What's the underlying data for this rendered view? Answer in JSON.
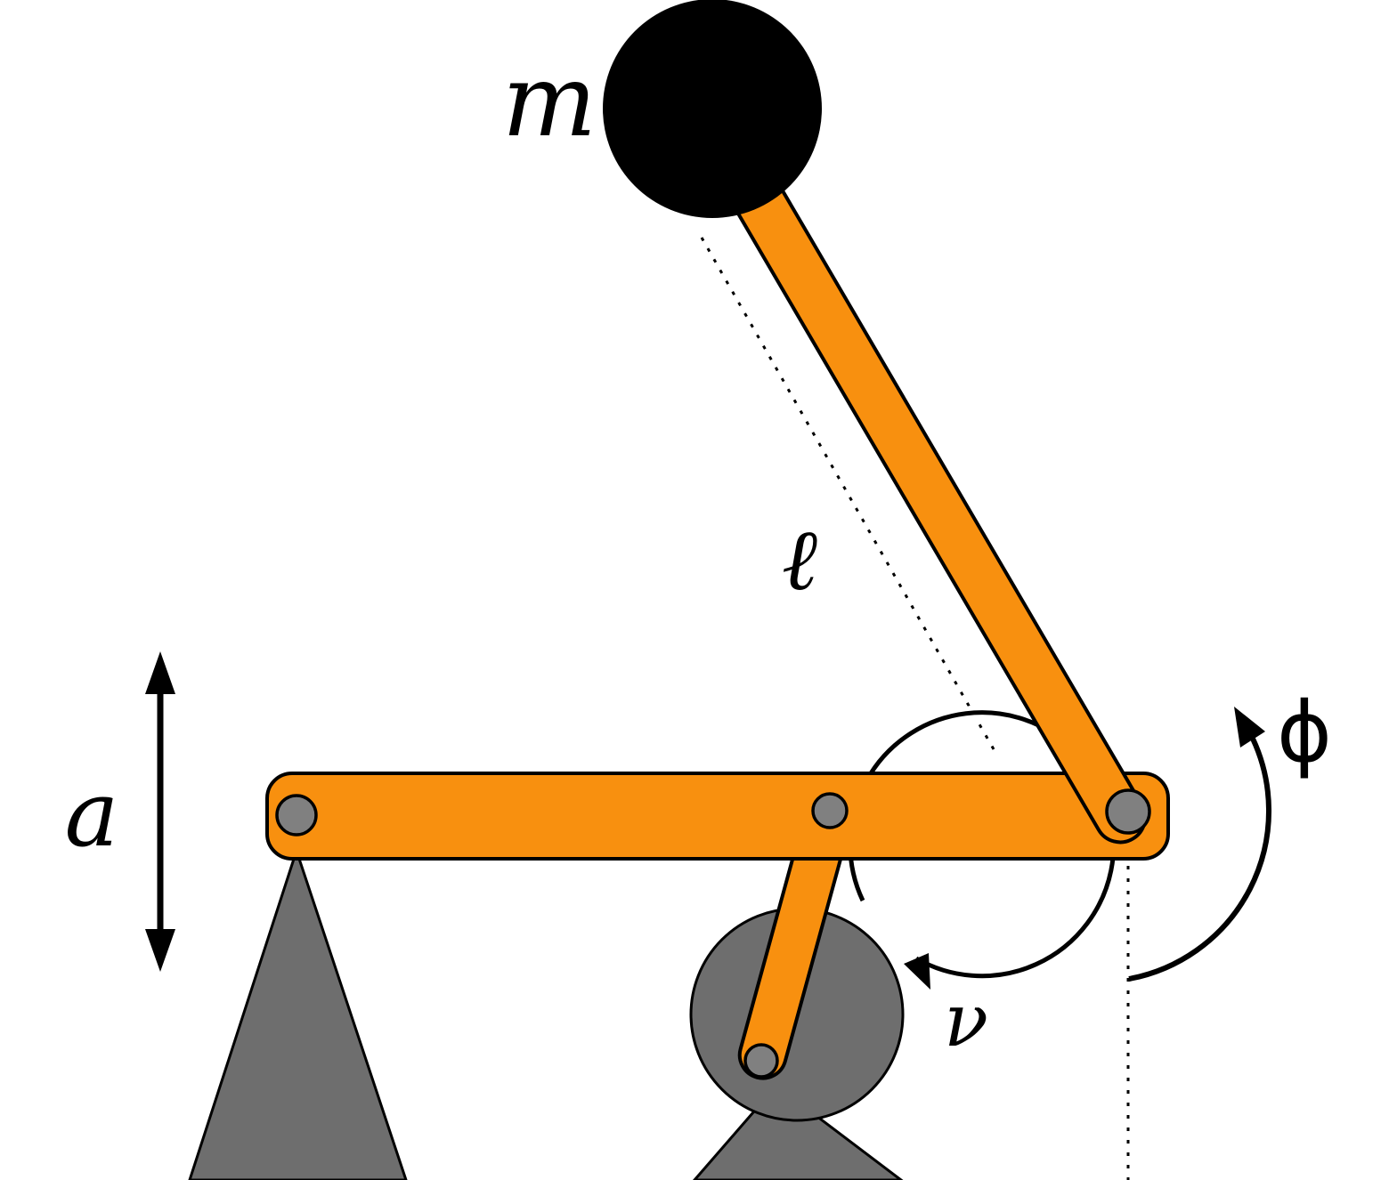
{
  "labels": {
    "mass": "m",
    "rod_length": "ℓ",
    "amplitude": "a",
    "angle": "ϕ",
    "drive_frequency": "ν"
  },
  "colors": {
    "link_orange": "#F8900F",
    "support_gray": "#6E6E6E",
    "pivot_gray": "#808080",
    "mass_black": "#000000",
    "ink_black": "#000000",
    "background_white": "#FFFFFF"
  }
}
